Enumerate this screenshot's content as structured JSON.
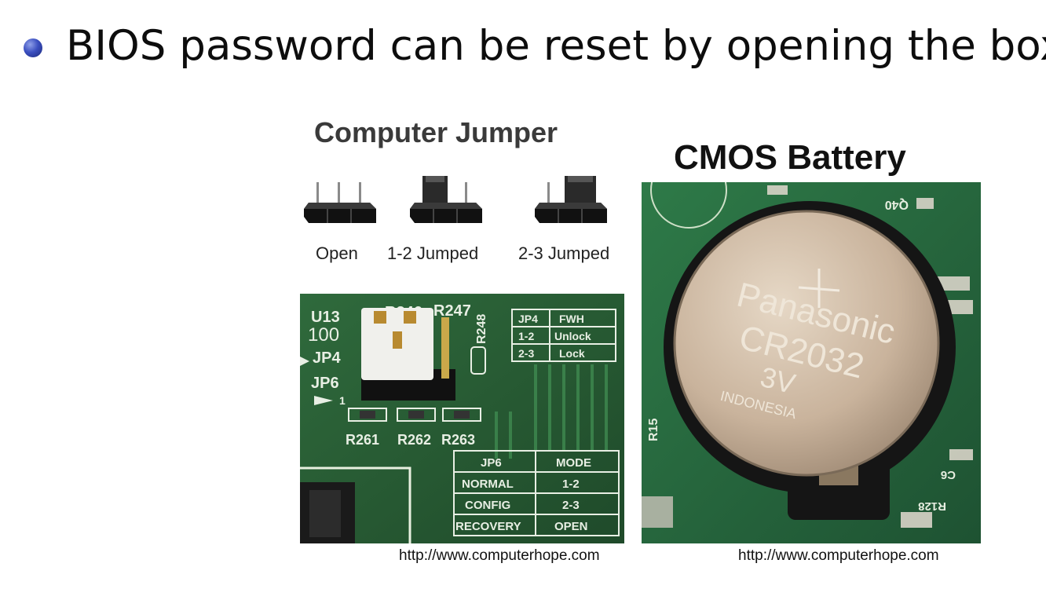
{
  "slide": {
    "bullet_text": "BIOS password can be reset by opening the box."
  },
  "jumper_figure": {
    "title": "Computer Jumper",
    "labels": [
      "Open",
      "1-2 Jumped",
      "2-3 Jumped"
    ],
    "board_text": {
      "u13": "U13",
      "u13_sub": "100",
      "r246": "R246",
      "r247": "R247",
      "r248": "R248",
      "jp4": "JP4",
      "jp6": "JP6",
      "pin1": "1",
      "r261": "R261",
      "r262": "R262",
      "r263": "R263"
    },
    "jp4_table": [
      [
        "JP4",
        "FWH"
      ],
      [
        "1-2",
        "Unlock"
      ],
      [
        "2-3",
        "Lock"
      ]
    ],
    "jp6_table": [
      [
        "JP6",
        "MODE"
      ],
      [
        "NORMAL",
        "1-2"
      ],
      [
        "CONFIG",
        "2-3"
      ],
      [
        "RECOVERY",
        "OPEN"
      ]
    ],
    "credit": "http://www.computerhope.com"
  },
  "cmos_figure": {
    "title": "CMOS Battery",
    "battery_lines": [
      "Panasonic",
      "CR2032",
      "3V",
      "INDONESIA"
    ],
    "board_text": {
      "q40": "Q40",
      "r15": "R15",
      "c6": "C6",
      "r128": "R128"
    },
    "credit": "http://www.computerhope.com"
  }
}
